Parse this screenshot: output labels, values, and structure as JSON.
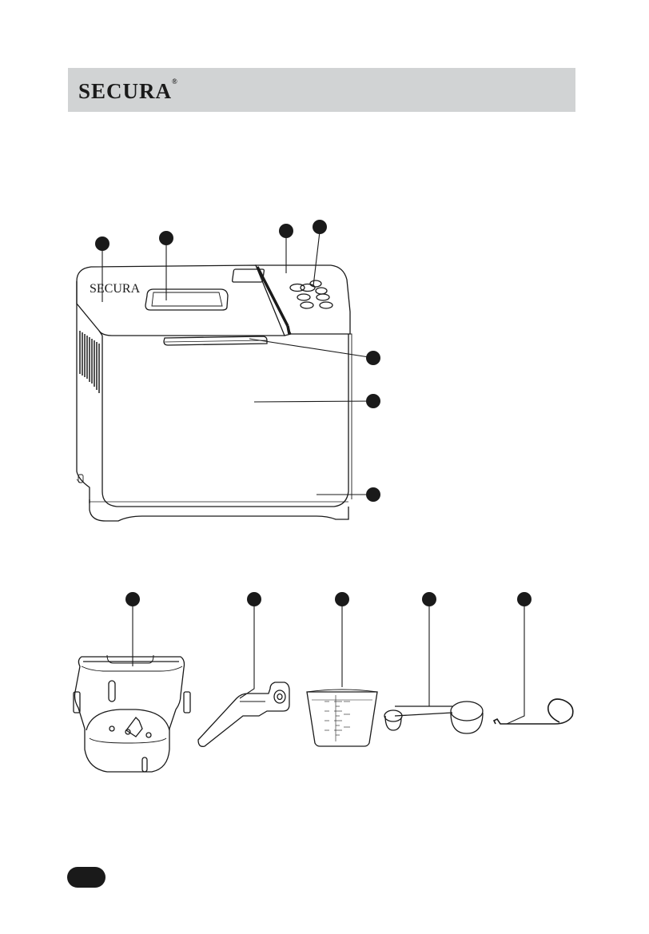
{
  "header": {
    "brand_name": "SECURA",
    "registered_mark": "®",
    "background_color": "#d1d3d4"
  },
  "machine": {
    "lid_brand_text": "SECURA",
    "callout_count": 7
  },
  "accessories": {
    "items": [
      "bread-pan-icon",
      "kneading-blade-icon",
      "measuring-cup-icon",
      "measuring-spoon-icon",
      "blade-hook-icon"
    ]
  },
  "colors": {
    "ink": "#1a1a1a",
    "header_gray": "#d1d3d4"
  }
}
